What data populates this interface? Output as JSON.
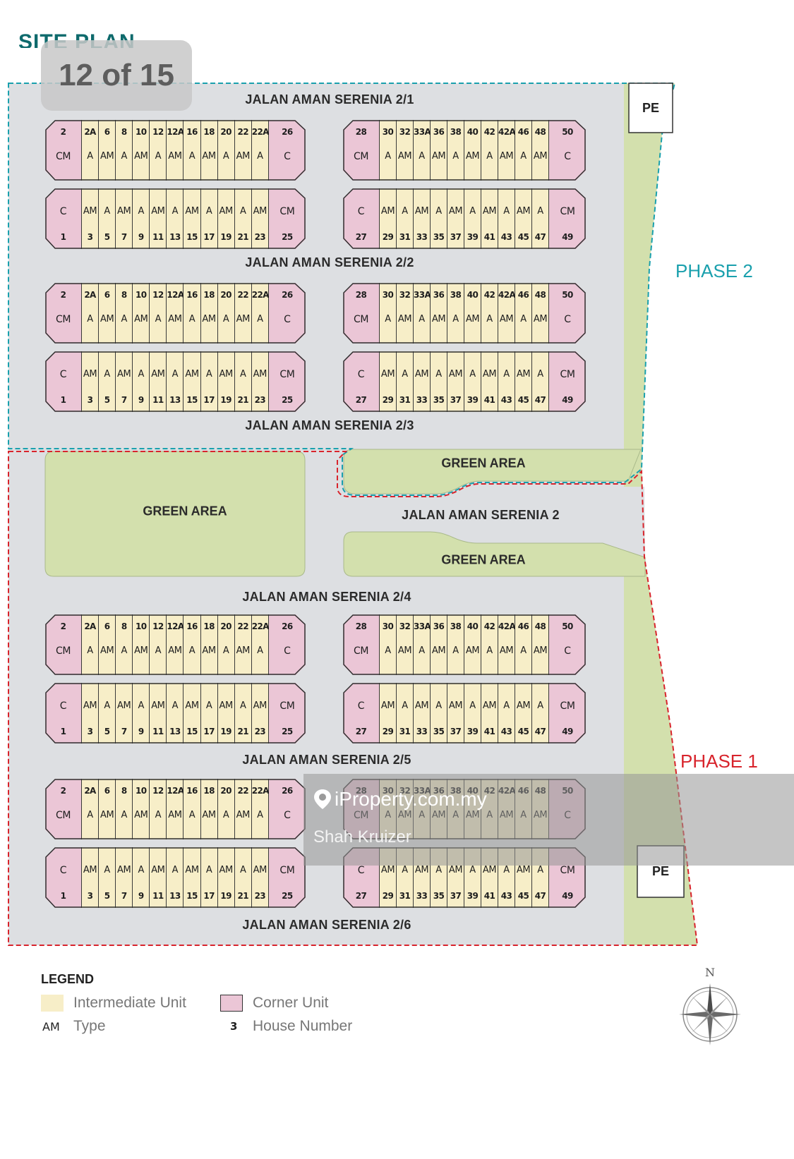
{
  "title": "SITE PLAN",
  "viewer": {
    "counter": "12 of 15"
  },
  "colors": {
    "intermediate": "#f7eec8",
    "corner": "#ebc6d6",
    "green": "#d3e0ad",
    "road": "#dddfe2",
    "phase1": "#d8242c",
    "phase2": "#1aa0ad",
    "title": "#0e6a6c"
  },
  "roads": [
    "JALAN AMAN SERENIA 2/1",
    "JALAN AMAN SERENIA 2/2",
    "JALAN AMAN SERENIA 2/3",
    "JALAN AMAN SERENIA 2",
    "JALAN AMAN SERENIA 2/4",
    "JALAN AMAN SERENIA 2/5",
    "JALAN AMAN SERENIA 2/6"
  ],
  "green_label": "GREEN AREA",
  "pe_label": "PE",
  "phases": {
    "phase1": "PHASE 1",
    "phase2": "PHASE 2"
  },
  "unit_rows": {
    "left_top": [
      {
        "no": "2",
        "type": "CM",
        "kind": "corner"
      },
      {
        "no": "2A",
        "type": "A",
        "kind": "mid"
      },
      {
        "no": "6",
        "type": "AM",
        "kind": "mid"
      },
      {
        "no": "8",
        "type": "A",
        "kind": "mid"
      },
      {
        "no": "10",
        "type": "AM",
        "kind": "mid"
      },
      {
        "no": "12",
        "type": "A",
        "kind": "mid"
      },
      {
        "no": "12A",
        "type": "AM",
        "kind": "mid"
      },
      {
        "no": "16",
        "type": "A",
        "kind": "mid"
      },
      {
        "no": "18",
        "type": "AM",
        "kind": "mid"
      },
      {
        "no": "20",
        "type": "A",
        "kind": "mid"
      },
      {
        "no": "22",
        "type": "AM",
        "kind": "mid"
      },
      {
        "no": "22A",
        "type": "A",
        "kind": "mid"
      },
      {
        "no": "26",
        "type": "C",
        "kind": "corner"
      }
    ],
    "right_top": [
      {
        "no": "28",
        "type": "CM",
        "kind": "corner"
      },
      {
        "no": "30",
        "type": "A",
        "kind": "mid"
      },
      {
        "no": "32",
        "type": "AM",
        "kind": "mid"
      },
      {
        "no": "33A",
        "type": "A",
        "kind": "mid"
      },
      {
        "no": "36",
        "type": "AM",
        "kind": "mid"
      },
      {
        "no": "38",
        "type": "A",
        "kind": "mid"
      },
      {
        "no": "40",
        "type": "AM",
        "kind": "mid"
      },
      {
        "no": "42",
        "type": "A",
        "kind": "mid"
      },
      {
        "no": "42A",
        "type": "AM",
        "kind": "mid"
      },
      {
        "no": "46",
        "type": "A",
        "kind": "mid"
      },
      {
        "no": "48",
        "type": "AM",
        "kind": "mid"
      },
      {
        "no": "50",
        "type": "C",
        "kind": "corner"
      }
    ],
    "left_bottom": [
      {
        "no": "1",
        "type": "C",
        "kind": "corner"
      },
      {
        "no": "3",
        "type": "AM",
        "kind": "mid"
      },
      {
        "no": "5",
        "type": "A",
        "kind": "mid"
      },
      {
        "no": "7",
        "type": "AM",
        "kind": "mid"
      },
      {
        "no": "9",
        "type": "A",
        "kind": "mid"
      },
      {
        "no": "11",
        "type": "AM",
        "kind": "mid"
      },
      {
        "no": "13",
        "type": "A",
        "kind": "mid"
      },
      {
        "no": "15",
        "type": "AM",
        "kind": "mid"
      },
      {
        "no": "17",
        "type": "A",
        "kind": "mid"
      },
      {
        "no": "19",
        "type": "AM",
        "kind": "mid"
      },
      {
        "no": "21",
        "type": "A",
        "kind": "mid"
      },
      {
        "no": "23",
        "type": "AM",
        "kind": "mid"
      },
      {
        "no": "25",
        "type": "CM",
        "kind": "corner"
      }
    ],
    "right_bottom": [
      {
        "no": "27",
        "type": "C",
        "kind": "corner"
      },
      {
        "no": "29",
        "type": "AM",
        "kind": "mid"
      },
      {
        "no": "31",
        "type": "A",
        "kind": "mid"
      },
      {
        "no": "33",
        "type": "AM",
        "kind": "mid"
      },
      {
        "no": "35",
        "type": "A",
        "kind": "mid"
      },
      {
        "no": "37",
        "type": "AM",
        "kind": "mid"
      },
      {
        "no": "39",
        "type": "A",
        "kind": "mid"
      },
      {
        "no": "41",
        "type": "AM",
        "kind": "mid"
      },
      {
        "no": "43",
        "type": "A",
        "kind": "mid"
      },
      {
        "no": "45",
        "type": "AM",
        "kind": "mid"
      },
      {
        "no": "47",
        "type": "A",
        "kind": "mid"
      },
      {
        "no": "49",
        "type": "CM",
        "kind": "corner"
      }
    ]
  },
  "legend": {
    "title": "LEGEND",
    "intermediate": "Intermediate Unit",
    "corner": "Corner Unit",
    "type_code": "AM",
    "type_label": "Type",
    "house_code": "3",
    "house_label": "House Number"
  },
  "watermark": {
    "brand": "iProperty.com.my",
    "agent": "Shah Kruizer"
  },
  "compass": {
    "north": "N"
  }
}
